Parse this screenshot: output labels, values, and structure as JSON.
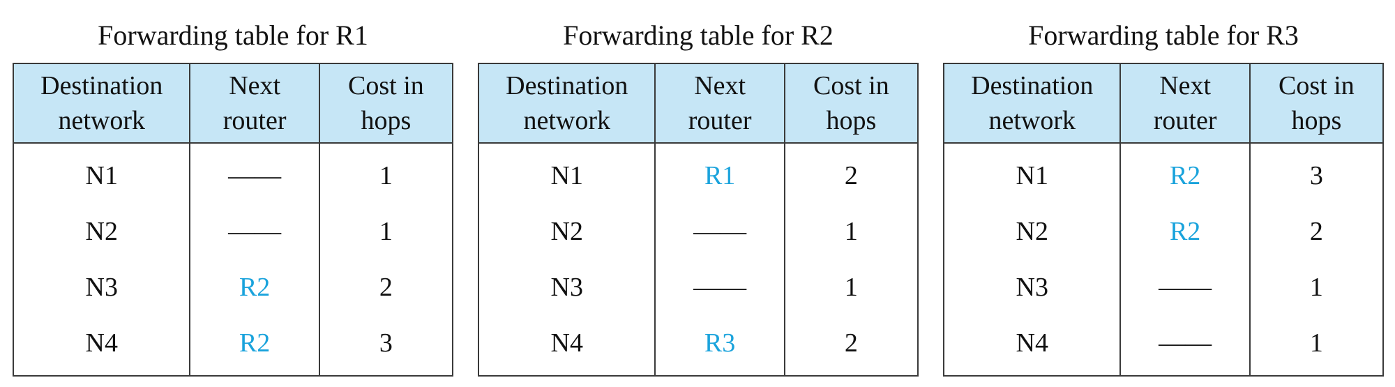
{
  "tables": [
    {
      "title": "Forwarding table for R1",
      "headers": [
        "Destination network",
        "Next router",
        "Cost in hops"
      ],
      "rows": [
        {
          "dest": "N1",
          "next": "——",
          "cost": "1"
        },
        {
          "dest": "N2",
          "next": "——",
          "cost": "1"
        },
        {
          "dest": "N3",
          "next": "R2",
          "cost": "2"
        },
        {
          "dest": "N4",
          "next": "R2",
          "cost": "3"
        }
      ]
    },
    {
      "title": "Forwarding table for R2",
      "headers": [
        "Destination network",
        "Next router",
        "Cost in hops"
      ],
      "rows": [
        {
          "dest": "N1",
          "next": "R1",
          "cost": "2"
        },
        {
          "dest": "N2",
          "next": "——",
          "cost": "1"
        },
        {
          "dest": "N3",
          "next": "——",
          "cost": "1"
        },
        {
          "dest": "N4",
          "next": "R3",
          "cost": "2"
        }
      ]
    },
    {
      "title": "Forwarding table for R3",
      "headers": [
        "Destination network",
        "Next router",
        "Cost in hops"
      ],
      "rows": [
        {
          "dest": "N1",
          "next": "R2",
          "cost": "3"
        },
        {
          "dest": "N2",
          "next": "R2",
          "cost": "2"
        },
        {
          "dest": "N3",
          "next": "——",
          "cost": "1"
        },
        {
          "dest": "N4",
          "next": "——",
          "cost": "1"
        }
      ]
    }
  ],
  "colors": {
    "header_background": "#c6e6f6",
    "router_text": "#1aa3dc",
    "text": "#111111",
    "border": "#3a3a3a"
  }
}
